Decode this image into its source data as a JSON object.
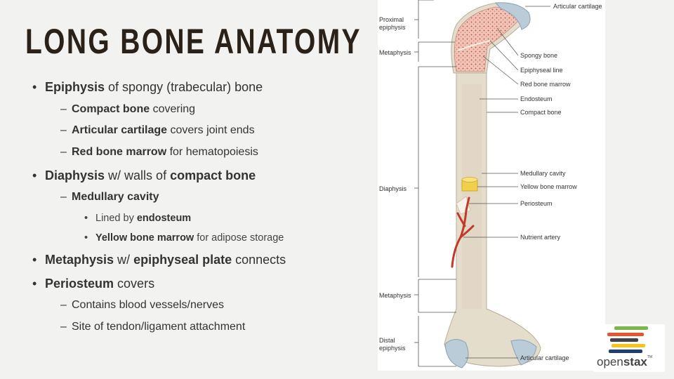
{
  "slide": {
    "title": "LONG BONE ANATOMY"
  },
  "bullets": {
    "b1": {
      "bold": "Epiphysis",
      "text": " of spongy (trabecular) bone"
    },
    "b1a": {
      "bold": "Compact bone",
      "text": " covering"
    },
    "b1b": {
      "bold": "Articular cartilage",
      "text": " covers joint ends"
    },
    "b1c": {
      "bold": "Red bone marrow",
      "text": " for hematopoiesis"
    },
    "b2": {
      "bold1": "Diaphysis",
      "mid": " w/ walls of ",
      "bold2": "compact bone"
    },
    "b2a": {
      "bold": "Medullary cavity"
    },
    "b2a1": {
      "pre": "Lined by ",
      "bold": "endosteum"
    },
    "b2a2": {
      "bold": "Yellow bone marrow",
      "text": " for adipose storage"
    },
    "b3": {
      "bold1": "Metaphysis",
      "mid": " w/ ",
      "bold2": "epiphyseal plate",
      "text": " connects"
    },
    "b4": {
      "bold": "Periosteum",
      "text": " covers"
    },
    "b4a": {
      "text": "Contains blood vessels/nerves"
    },
    "b4b": {
      "text": "Site of tendon/ligament attachment"
    },
    "bullet_symbol": "•",
    "dash_symbol": "–"
  },
  "figure": {
    "left_labels": {
      "proximal_epiphysis_1": "Proximal",
      "proximal_epiphysis_2": "epiphysis",
      "metaphysis_top": "Metaphysis",
      "diaphysis": "Diaphysis",
      "metaphysis_bottom": "Metaphysis",
      "distal_epiphysis_1": "Distal",
      "distal_epiphysis_2": "epiphysis"
    },
    "right_labels": {
      "articular_cartilage_top": "Articular cartilage",
      "spongy_bone": "Spongy bone",
      "epiphyseal_line": "Epiphyseal line",
      "red_bone_marrow": "Red bone marrow",
      "endosteum": "Endosteum",
      "compact_bone": "Compact bone",
      "medullary_cavity": "Medullary cavity",
      "yellow_bone_marrow": "Yellow bone marrow",
      "periosteum": "Periosteum",
      "nutrient_artery": "Nutrient artery",
      "articular_cartilage_bottom": "Articular cartilage"
    },
    "colors": {
      "bone": "#e3dbc9",
      "spongy": "#e9b3a6",
      "cartilage": "#b9ccd8",
      "artery": "#c0392b",
      "marrow": "#f0cf4a"
    }
  },
  "logo": {
    "word_light": "open",
    "word_bold": "stax",
    "tm": "TM",
    "bar_colors": [
      "#78b943",
      "#e4572e",
      "#424242",
      "#f5c518",
      "#1f3e73"
    ]
  }
}
